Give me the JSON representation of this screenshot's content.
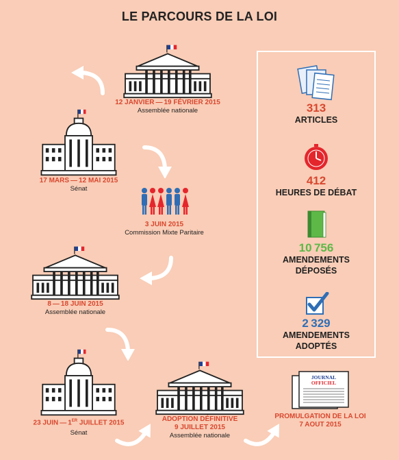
{
  "title": "LE PARCOURS DE LA LOI",
  "stages": [
    {
      "date": "12 JANVIER — 19 FÉVRIER 2015",
      "place": "Assemblée nationale",
      "icon": "assemblee-building-icon"
    },
    {
      "date": "17 MARS — 12 MAI 2015",
      "place": "Sénat",
      "icon": "senat-building-icon"
    },
    {
      "date": "3 JUIN 2015",
      "place": "Commission Mixte Paritaire",
      "icon": "people-group-icon"
    },
    {
      "date": "8 — 18 JUIN 2015",
      "place": "Assemblée nationale",
      "icon": "assemblee-building-icon"
    },
    {
      "date_prefix": "23 JUIN — 1",
      "date_sup": "ER",
      "date_suffix": " JUILLET 2015",
      "place": "Sénat",
      "icon": "senat-building-icon"
    },
    {
      "date_line1": "ADOPTION DÉFINITIVE",
      "date_line2": "9 JUILLET 2015",
      "place": "Assemblée nationale",
      "icon": "assemblee-building-icon"
    },
    {
      "date_line1": "PROMULGATION DE LA LOI",
      "date_line2": "7 AOUT 2015",
      "icon": "newspaper-icon",
      "newspaper_title_1": "JOURNAL",
      "newspaper_title_2": "OFFICIEL"
    }
  ],
  "stats": [
    {
      "number": "313",
      "label_1": "ARTICLES",
      "color": "#d9472f",
      "icon": "documents-icon"
    },
    {
      "number": "412",
      "label_1": "HEURES DE DÉBAT",
      "color": "#d9472f",
      "icon": "clock-icon"
    },
    {
      "number": "10 756",
      "label_1": "AMENDEMENTS",
      "label_2": "DÉPOSÉS",
      "color": "#5db848",
      "icon": "book-icon"
    },
    {
      "number": "2 329",
      "label_1": "AMENDEMENTS",
      "label_2": "ADOPTÉS",
      "color": "#2f6eb5",
      "icon": "checkbox-icon"
    }
  ],
  "colors": {
    "background": "#f9cdb7",
    "accent_red": "#d9472f",
    "accent_green": "#5db848",
    "accent_blue": "#2f6eb5"
  }
}
